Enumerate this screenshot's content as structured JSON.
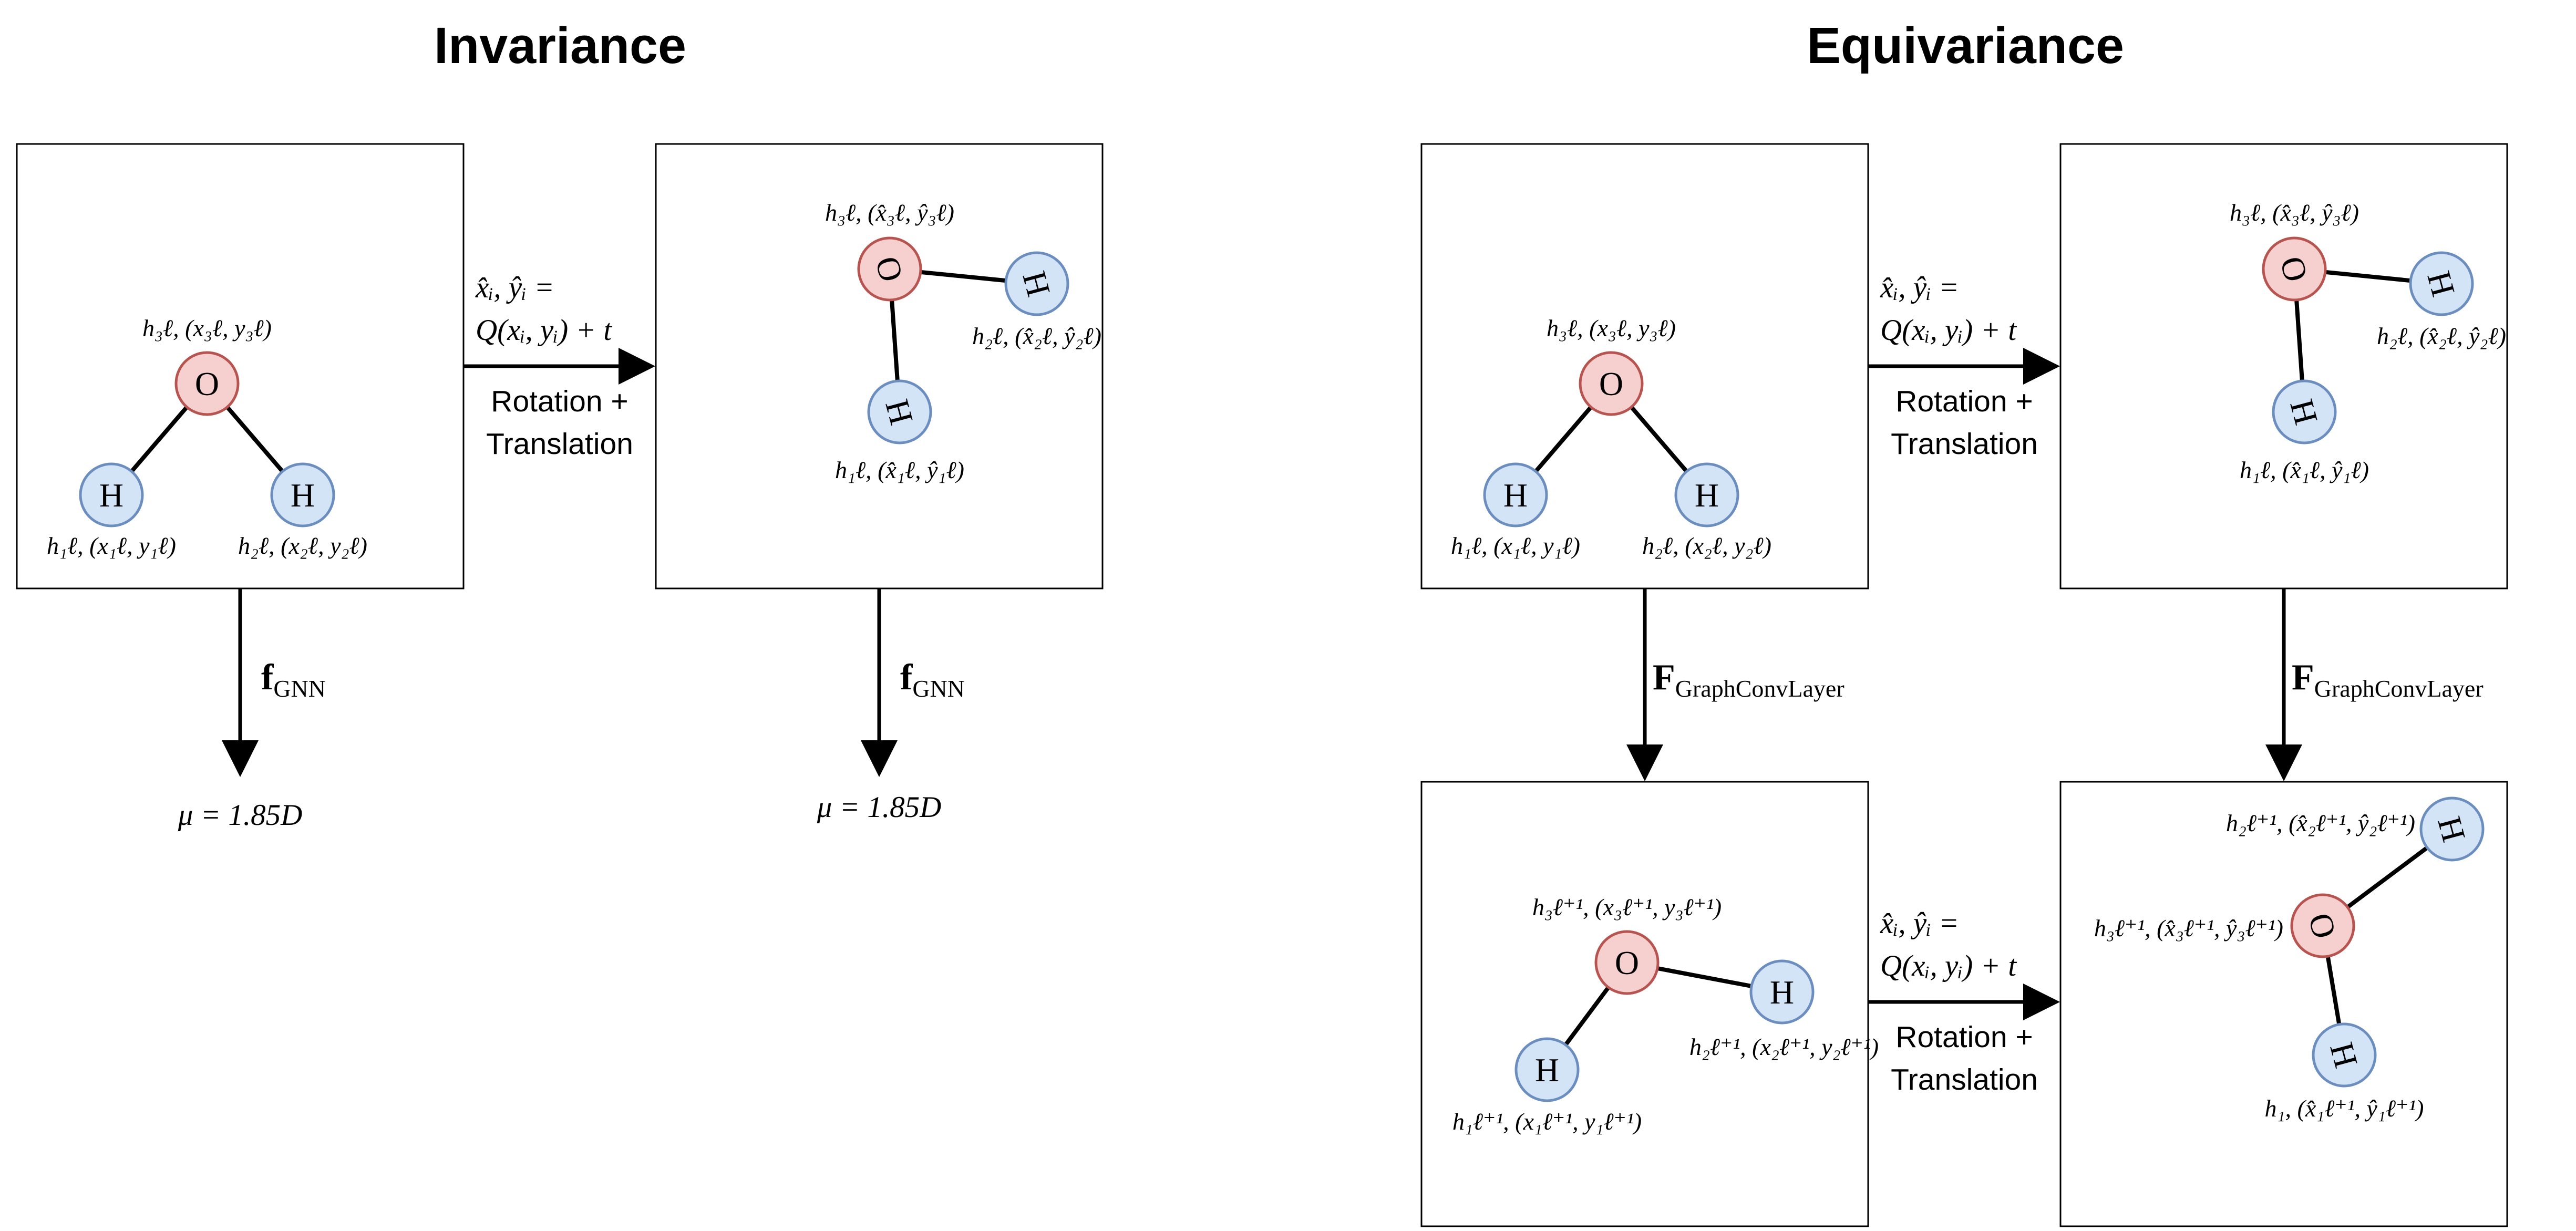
{
  "colors": {
    "oxygen_fill": "#f6cfcf",
    "oxygen_stroke": "#b85450",
    "hydrogen_fill": "#d4e4f7",
    "hydrogen_stroke": "#6c8ebf",
    "line": "#000000"
  },
  "titles": {
    "invariance": "Invariance",
    "equivariance": "Equivariance"
  },
  "transform_arrow": {
    "eq_line1": "x̂ᵢ, ŷᵢ =",
    "eq_line2": "Q(xᵢ, yᵢ) + t",
    "op_line1": "Rotation +",
    "op_line2": "Translation"
  },
  "gnn_arrow": {
    "f_symbol": "f",
    "f_sub": "GNN",
    "result": "μ = 1.85D"
  },
  "conv_arrow": {
    "f_symbol": "F",
    "f_sub": "GraphConvLayer"
  },
  "atoms": {
    "oxygen": "O",
    "hydrogen": "H"
  },
  "labels": {
    "orig_l": {
      "h1": "h₁ℓ, (x₁ℓ, y₁ℓ)",
      "h2": "h₂ℓ, (x₂ℓ, y₂ℓ)",
      "h3": "h₃ℓ, (x₃ℓ, y₃ℓ)"
    },
    "hat_l": {
      "h1": "h₁ℓ, (x̂₁ℓ, ŷ₁ℓ)",
      "h2": "h₂ℓ, (x̂₂ℓ, ŷ₂ℓ)",
      "h3": "h₃ℓ, (x̂₃ℓ, ŷ₃ℓ)"
    },
    "orig_l1": {
      "h1": "h₁ℓ⁺¹, (x₁ℓ⁺¹, y₁ℓ⁺¹)",
      "h2": "h₂ℓ⁺¹, (x₂ℓ⁺¹, y₂ℓ⁺¹)",
      "h3": "h₃ℓ⁺¹, (x₃ℓ⁺¹, y₃ℓ⁺¹)"
    },
    "hat_l1": {
      "h1": "h₁, (x̂₁ℓ⁺¹, ŷ₁ℓ⁺¹)",
      "h2": "h₂ℓ⁺¹, (x̂₂ℓ⁺¹, ŷ₂ℓ⁺¹)",
      "h3": "h₃ℓ⁺¹, (x̂₃ℓ⁺¹, ŷ₃ℓ⁺¹)"
    }
  }
}
